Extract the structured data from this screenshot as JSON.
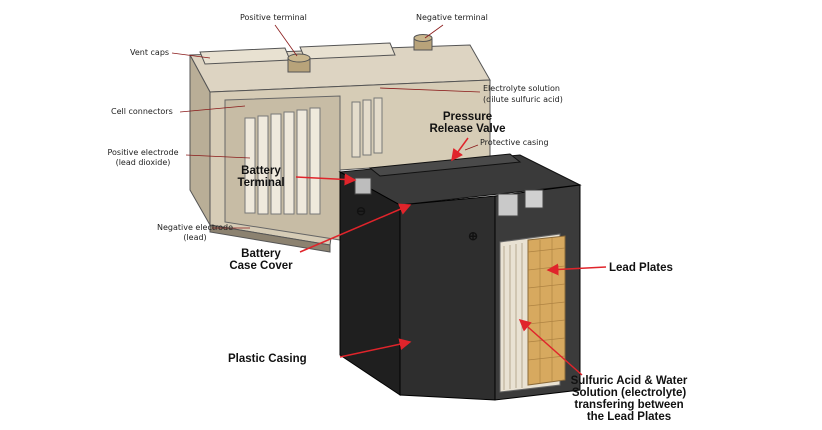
{
  "diagram": {
    "small_labels": {
      "positive_terminal": "Positive terminal",
      "negative_terminal": "Negative terminal",
      "vent_caps": "Vent caps",
      "electrolyte_l1": "Electrolyte solution",
      "electrolyte_l2": "(dilute sulfuric acid)",
      "cell_connectors": "Cell connectors",
      "positive_electrode_l1": "Positive electrode",
      "positive_electrode_l2": "(lead dioxide)",
      "protective_casing": "Protective casing",
      "negative_electrode_l1": "Negative electrode",
      "negative_electrode_l2": "(lead)"
    },
    "bold_labels": {
      "pressure_valve_l1": "Pressure",
      "pressure_valve_l2": "Release Valve",
      "battery_terminal_l1": "Battery",
      "battery_terminal_l2": "Terminal",
      "case_cover_l1": "Battery",
      "case_cover_l2": "Case Cover",
      "lead_plates": "Lead Plates",
      "plastic_casing": "Plastic Casing",
      "sulfuric_l1": "Sulfuric Acid & Water",
      "sulfuric_l2": "Solution (electrolyte)",
      "sulfuric_l3": "transfering between",
      "sulfuric_l4": "the Lead Plates"
    },
    "terminal_signs": {
      "negative": "⊖",
      "positive": "⊕"
    },
    "colors": {
      "arrow": "#e0242b",
      "leader": "#8a1a1a",
      "casing": "#2b2b2b",
      "old_case": "#d9d0bd",
      "plates": "#c8a070"
    }
  }
}
